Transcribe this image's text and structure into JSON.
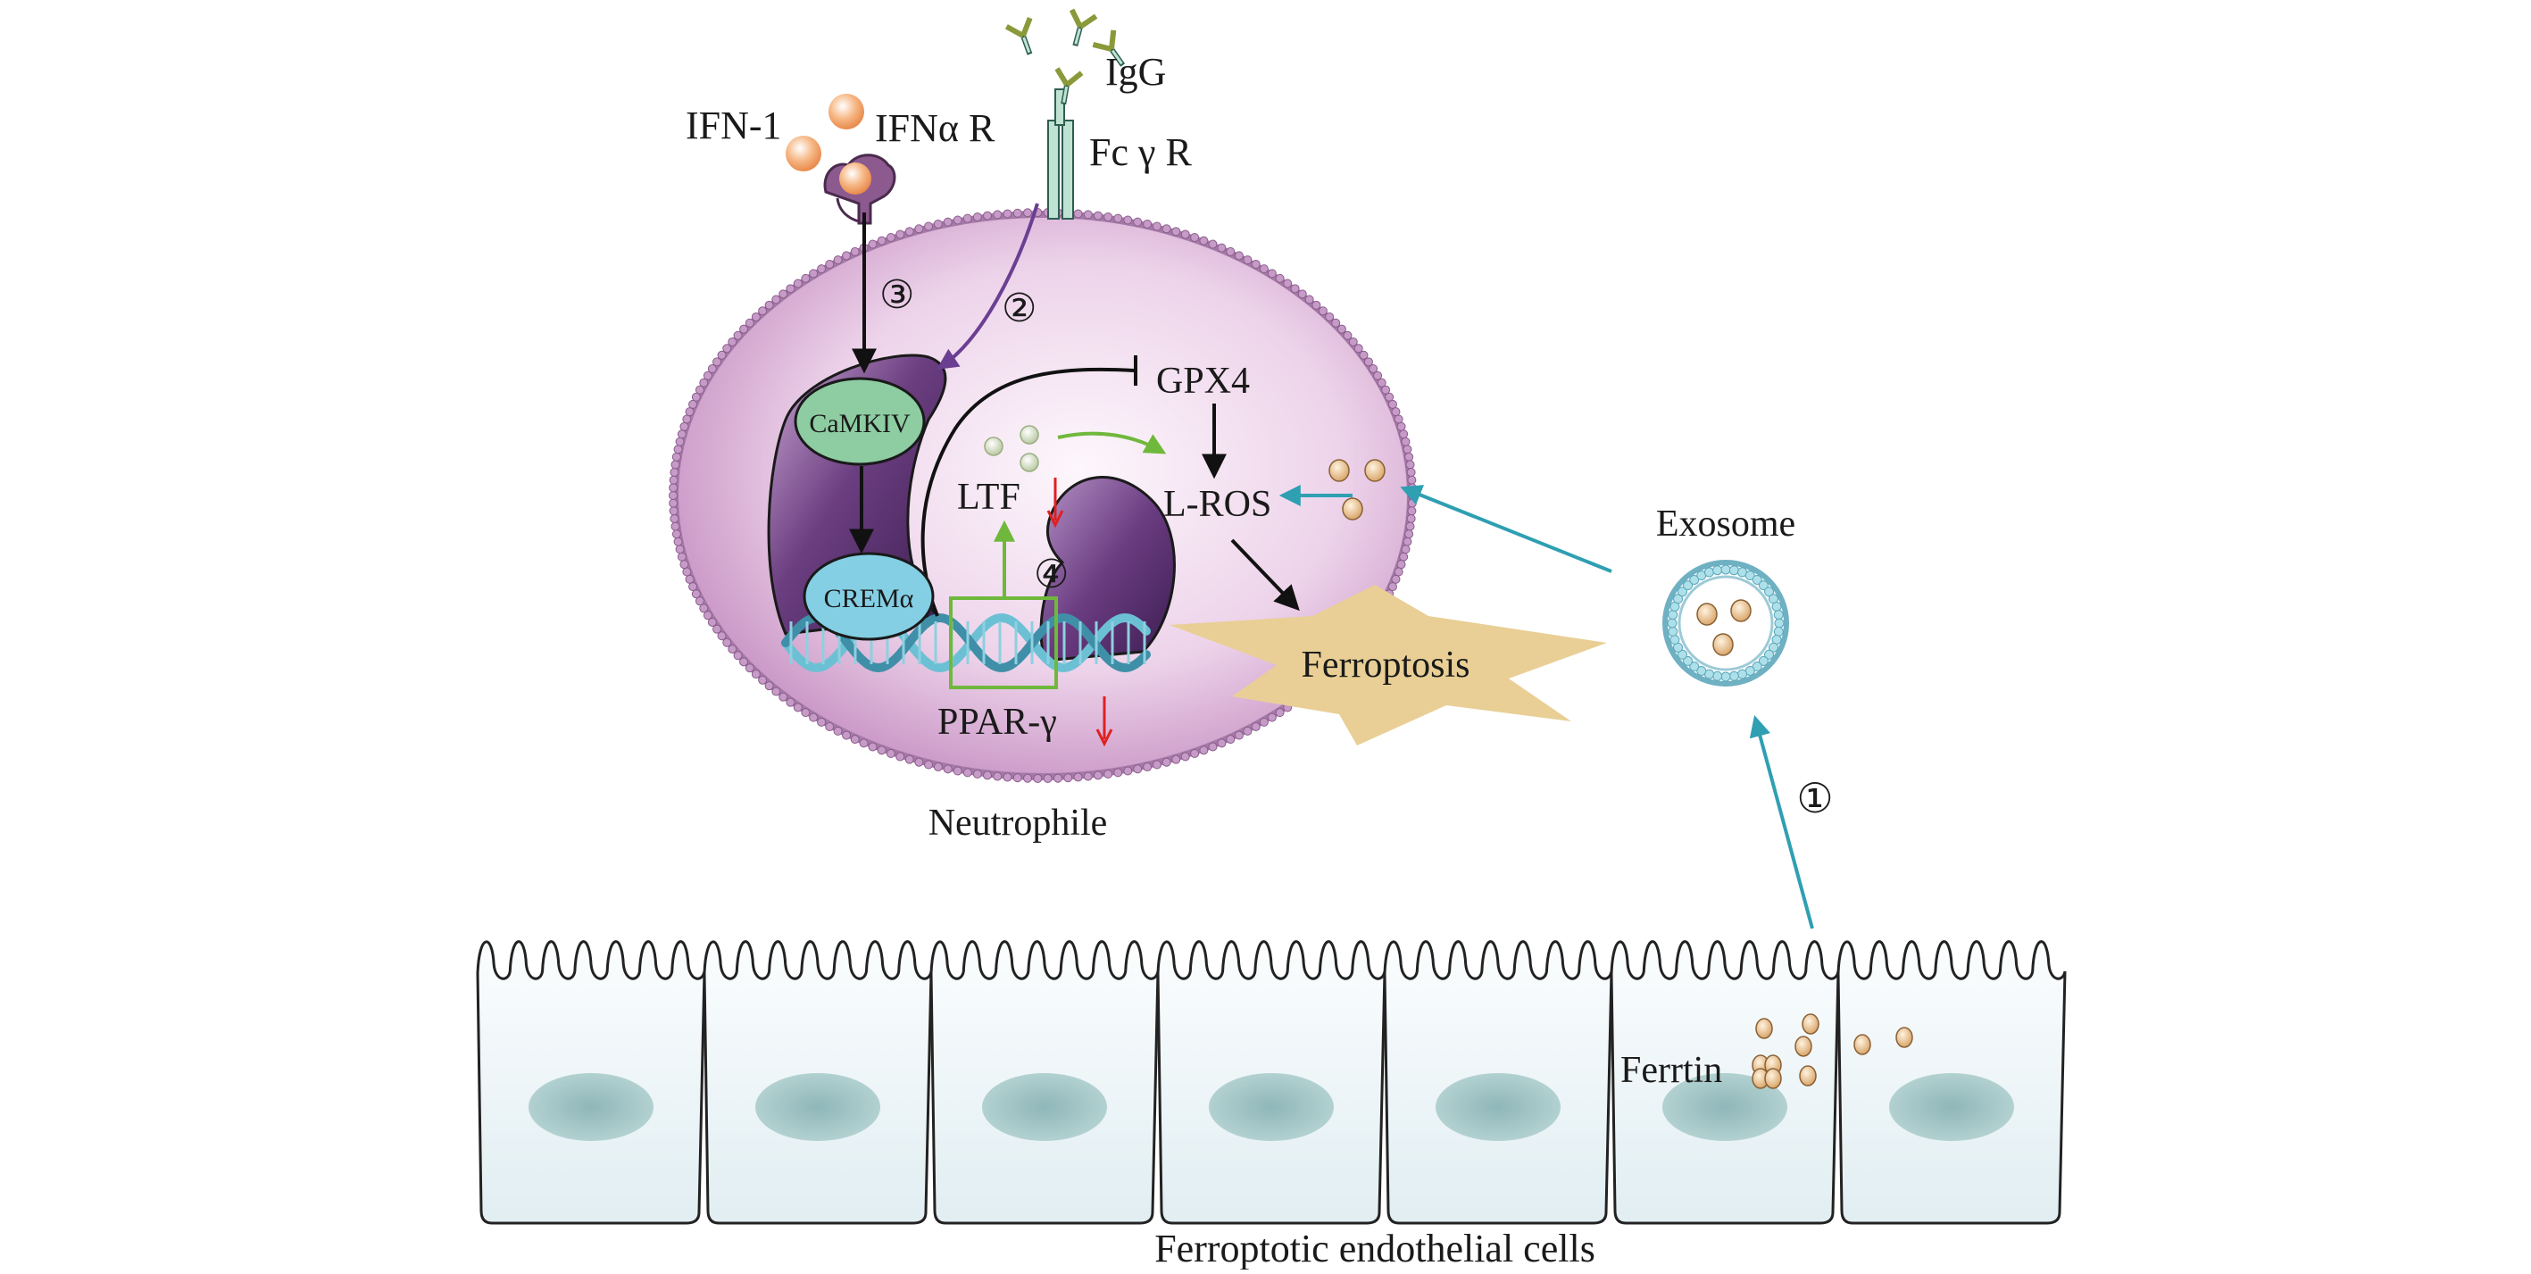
{
  "labels": {
    "ifn1": "IFN-1",
    "ifna_r": "IFNα R",
    "igg": "IgG",
    "fcgr": "Fc γ R",
    "step1": "①",
    "step2": "②",
    "step3": "③",
    "step4": "④",
    "camkiv": "CaMKIV",
    "cremalpha": "CREMα",
    "gpx4": "GPX4",
    "ltf": "LTF",
    "lros": "L-ROS",
    "ferroptosis": "Ferroptosis",
    "ppar": "PPAR-γ",
    "exosome": "Exosome",
    "neutrophile": "Neutrophile",
    "ferrtin": "Ferrtin",
    "endothelial": "Ferroptotic endothelial cells",
    "down_arrow": "↓"
  },
  "colors": {
    "membrane": "#9b6f9e",
    "cell_fill": "#e8c9e6",
    "nucleus_dark": "#4b2a63",
    "camkiv": "#8fcca1",
    "crem": "#7fcde3",
    "dna": "#5fb0c6",
    "ferroptosis_burst": "#e8cf96",
    "teal_arrow": "#2f9fb2",
    "green_arrow": "#6fb83c",
    "purple_arrow": "#6a3f92",
    "red_arrow": "#e02020",
    "endothelial_fill": "#eef6f8",
    "endothelial_nucleus": "#a7c9ca",
    "ferritin": "#e8c39a",
    "ifn_ball": "#f4a970"
  }
}
